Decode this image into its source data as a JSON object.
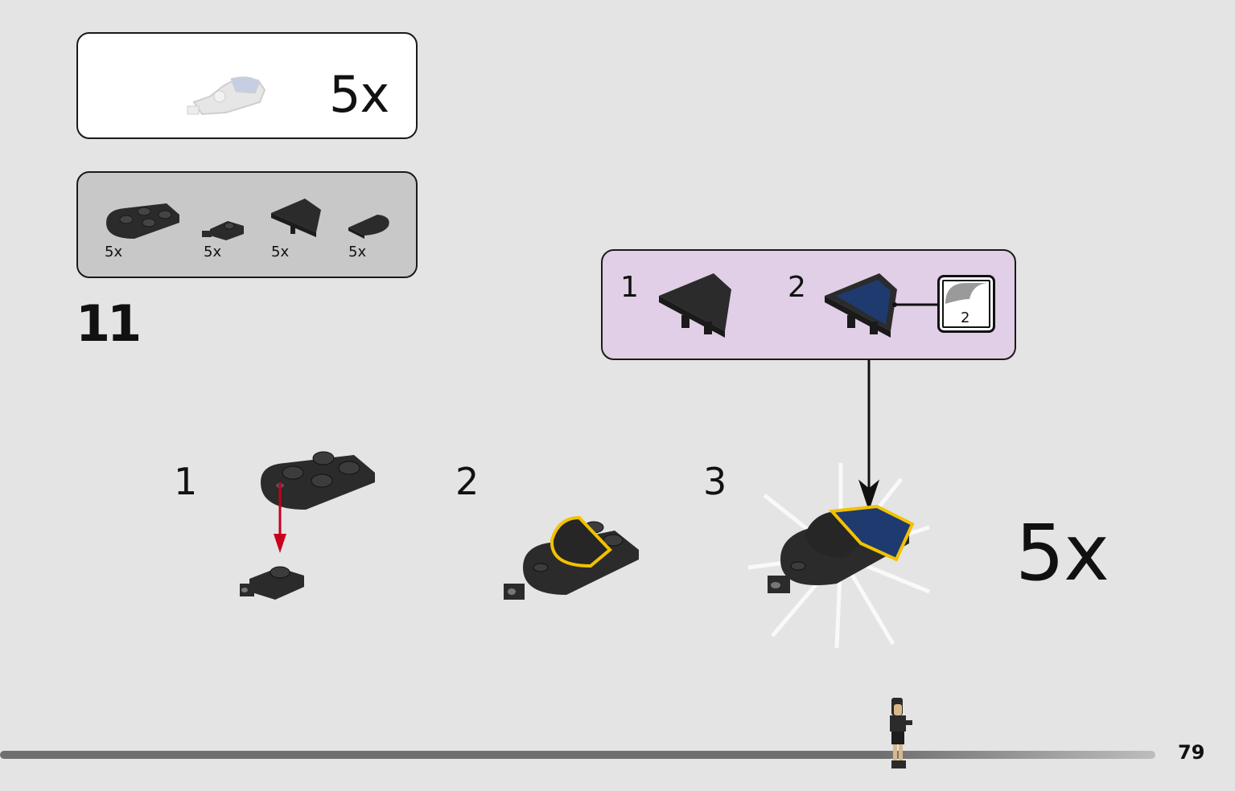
{
  "submodel": {
    "count": "5x"
  },
  "parts": [
    {
      "name": "plate-round-end",
      "count": "5x"
    },
    {
      "name": "plate-with-clip",
      "count": "5x"
    },
    {
      "name": "wedge-slope",
      "count": "5x"
    },
    {
      "name": "half-round-tile",
      "count": "5x"
    }
  ],
  "step": {
    "number": "11"
  },
  "callout": {
    "substeps": [
      {
        "number": "1"
      },
      {
        "number": "2"
      }
    ],
    "sticker": {
      "number": "2"
    }
  },
  "substeps": [
    {
      "number": "1"
    },
    {
      "number": "2"
    },
    {
      "number": "3"
    }
  ],
  "repeat": {
    "count": "5x"
  },
  "page": {
    "number": "79"
  },
  "colors": {
    "background": "#e4e4e4",
    "parts_box": "#c8c8c8",
    "callout_box": "#e0cfe6",
    "brick_black": "#2b2b2b",
    "highlight": "#f2c200",
    "arrow_red": "#c8001e",
    "sticker_blue": "#1e3a6e"
  },
  "icons": [
    "submodel-preview-icon",
    "plate-icon",
    "clip-plate-icon",
    "wedge-icon",
    "half-round-icon",
    "sticker-icon",
    "minifigure-icon"
  ]
}
